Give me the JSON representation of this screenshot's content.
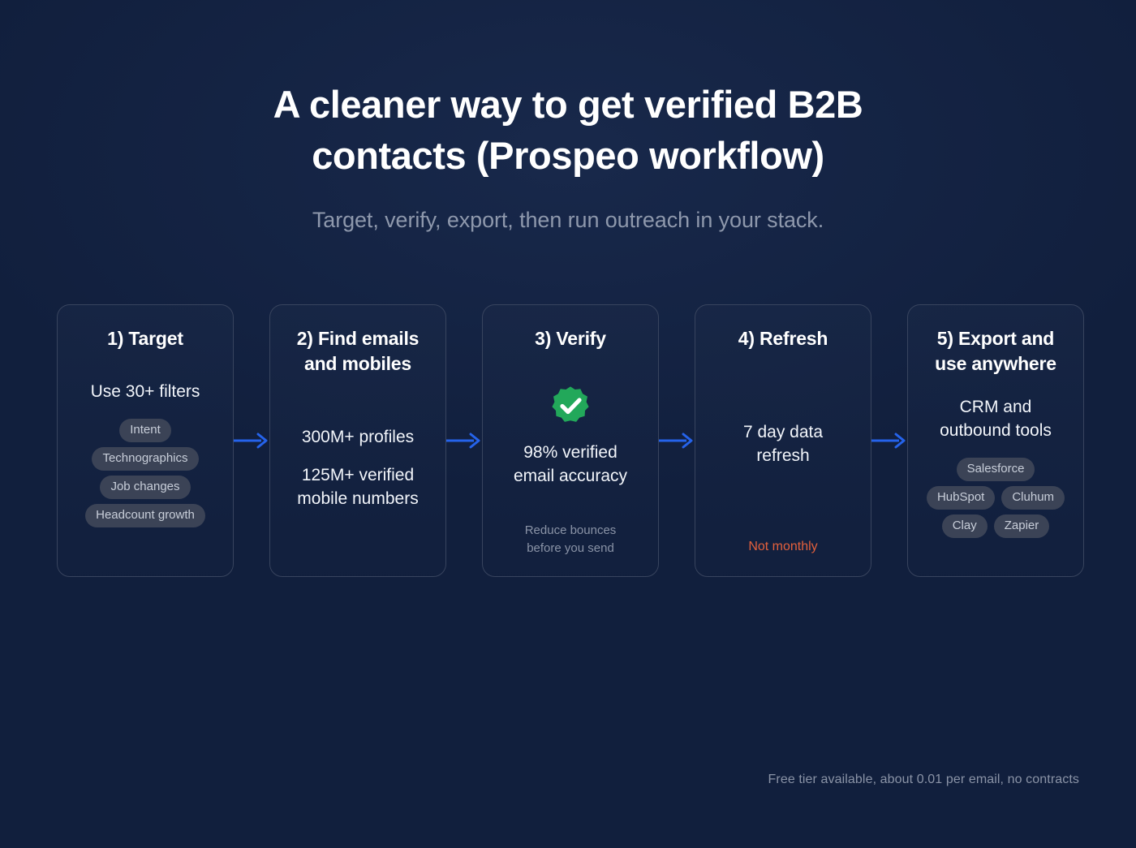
{
  "header": {
    "headline_line1": "A cleaner way to get verified B2B",
    "headline_line2": "contacts (Prospeo workflow)",
    "subtitle": "Target, verify, export, then run outreach in your stack."
  },
  "colors": {
    "background": "#111f3d",
    "card_border": "#38445e",
    "arrow": "#2563eb",
    "badge_green": "#22a85a",
    "accent_orange": "#e3603c",
    "pill_background": "#3b4356",
    "muted_text": "#8a93a6"
  },
  "flow": {
    "arrow_icon": "arrow-right-icon",
    "cards": [
      {
        "title": "1) Target",
        "stat": "Use 30+ filters",
        "pills": [
          "Intent",
          "Technographics",
          "Job changes",
          "Headcount growth"
        ],
        "note": "",
        "badge": ""
      },
      {
        "title_line1": "2) Find emails",
        "title_line2": "and mobiles",
        "stat": "300M+ profiles",
        "stat2_line1": "125M+ verified",
        "stat2_line2": "mobile numbers",
        "pills": [],
        "note": ""
      },
      {
        "title": "3) Verify",
        "badge": "verified-check-badge-icon",
        "stat_line1": "98% verified",
        "stat_line2": "email accuracy",
        "note_line1": "Reduce bounces",
        "note_line2": "before you send"
      },
      {
        "title": "4) Refresh",
        "stat_line1": "7 day data",
        "stat_line2": "refresh",
        "note": "Not monthly"
      },
      {
        "title_line1": "5) Export and",
        "title_line2": "use anywhere",
        "stat_line1": "CRM and",
        "stat_line2": "outbound tools",
        "pills": [
          "Salesforce",
          "HubSpot",
          "Cluhum",
          "Clay",
          "Zapier"
        ]
      }
    ]
  },
  "footer": {
    "text": "Free tier available, about 0.01 per email, no contracts"
  }
}
